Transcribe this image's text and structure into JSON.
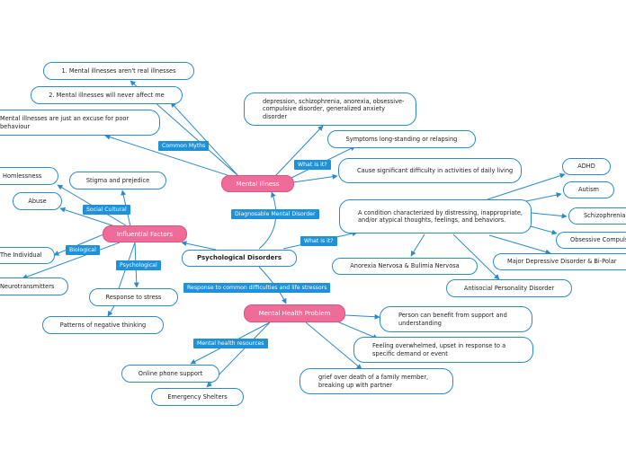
{
  "diagram": {
    "root": "Psychological Disorders",
    "topics": {
      "mental_illness": "Mental Illness",
      "influential_factors": "Influential Factors",
      "mental_health_problem": "Mental Health Problem"
    },
    "connectors": {
      "common_myths": "Common Myths",
      "what_is_it_illness": "What is it?",
      "diagnosable": "Diagnosable Mental Disorder",
      "what_is_it_disorder": "What is it?",
      "social_cultural": "Social Cultural",
      "biological": "Biological",
      "psychological": "Psychological",
      "response_common": "Response to common difficulties and life stressors",
      "resources": "Mental health resources"
    },
    "myths": [
      "1. Mental illnesses aren't real illnesses",
      "2. Mental illnesses will never affect me",
      "Mental illnesses are just an excuse for poor behaviour"
    ],
    "illness_examples": "depression, schizophrenia, anorexia, obsessive-compulsive disorder, generalized anxiety disorder",
    "illness_traits": [
      "Symptoms long-standing or relapsing",
      "Cause significant difficulty in activities of daily living"
    ],
    "disorder_definition": "A condition characterized by distressing, inappropriate, and/or atypical thoughts, feelings, and behaviors.",
    "disorders": [
      "ADHD",
      "Autism",
      "Schizophrenia",
      "Obsessive Compulsive",
      "Major Depressive Disorder & Bi-Polar",
      "Anorexia Nervosa & Bulimia Nervosa",
      "Antisocial Personality Disorder"
    ],
    "social_factors": [
      "Homlessness",
      "Abuse",
      "Stigma and prejedice"
    ],
    "bio_factors": [
      "The Individual",
      "Neurotransmitters"
    ],
    "psych_factors": [
      "Response to stress",
      "Patterns of negative thinking"
    ],
    "problem_traits": [
      "Person can benefit from support and understanding",
      "Feeling overwhelmed, upset in response to a specific demand or event",
      "grief over death of a family member, breaking up with partner"
    ],
    "resources": [
      "Online phone support",
      "Emergency Shelters"
    ]
  },
  "colors": {
    "connector": "#1f91d8",
    "topic": "#f06c98",
    "line": "#2a8bc9"
  }
}
